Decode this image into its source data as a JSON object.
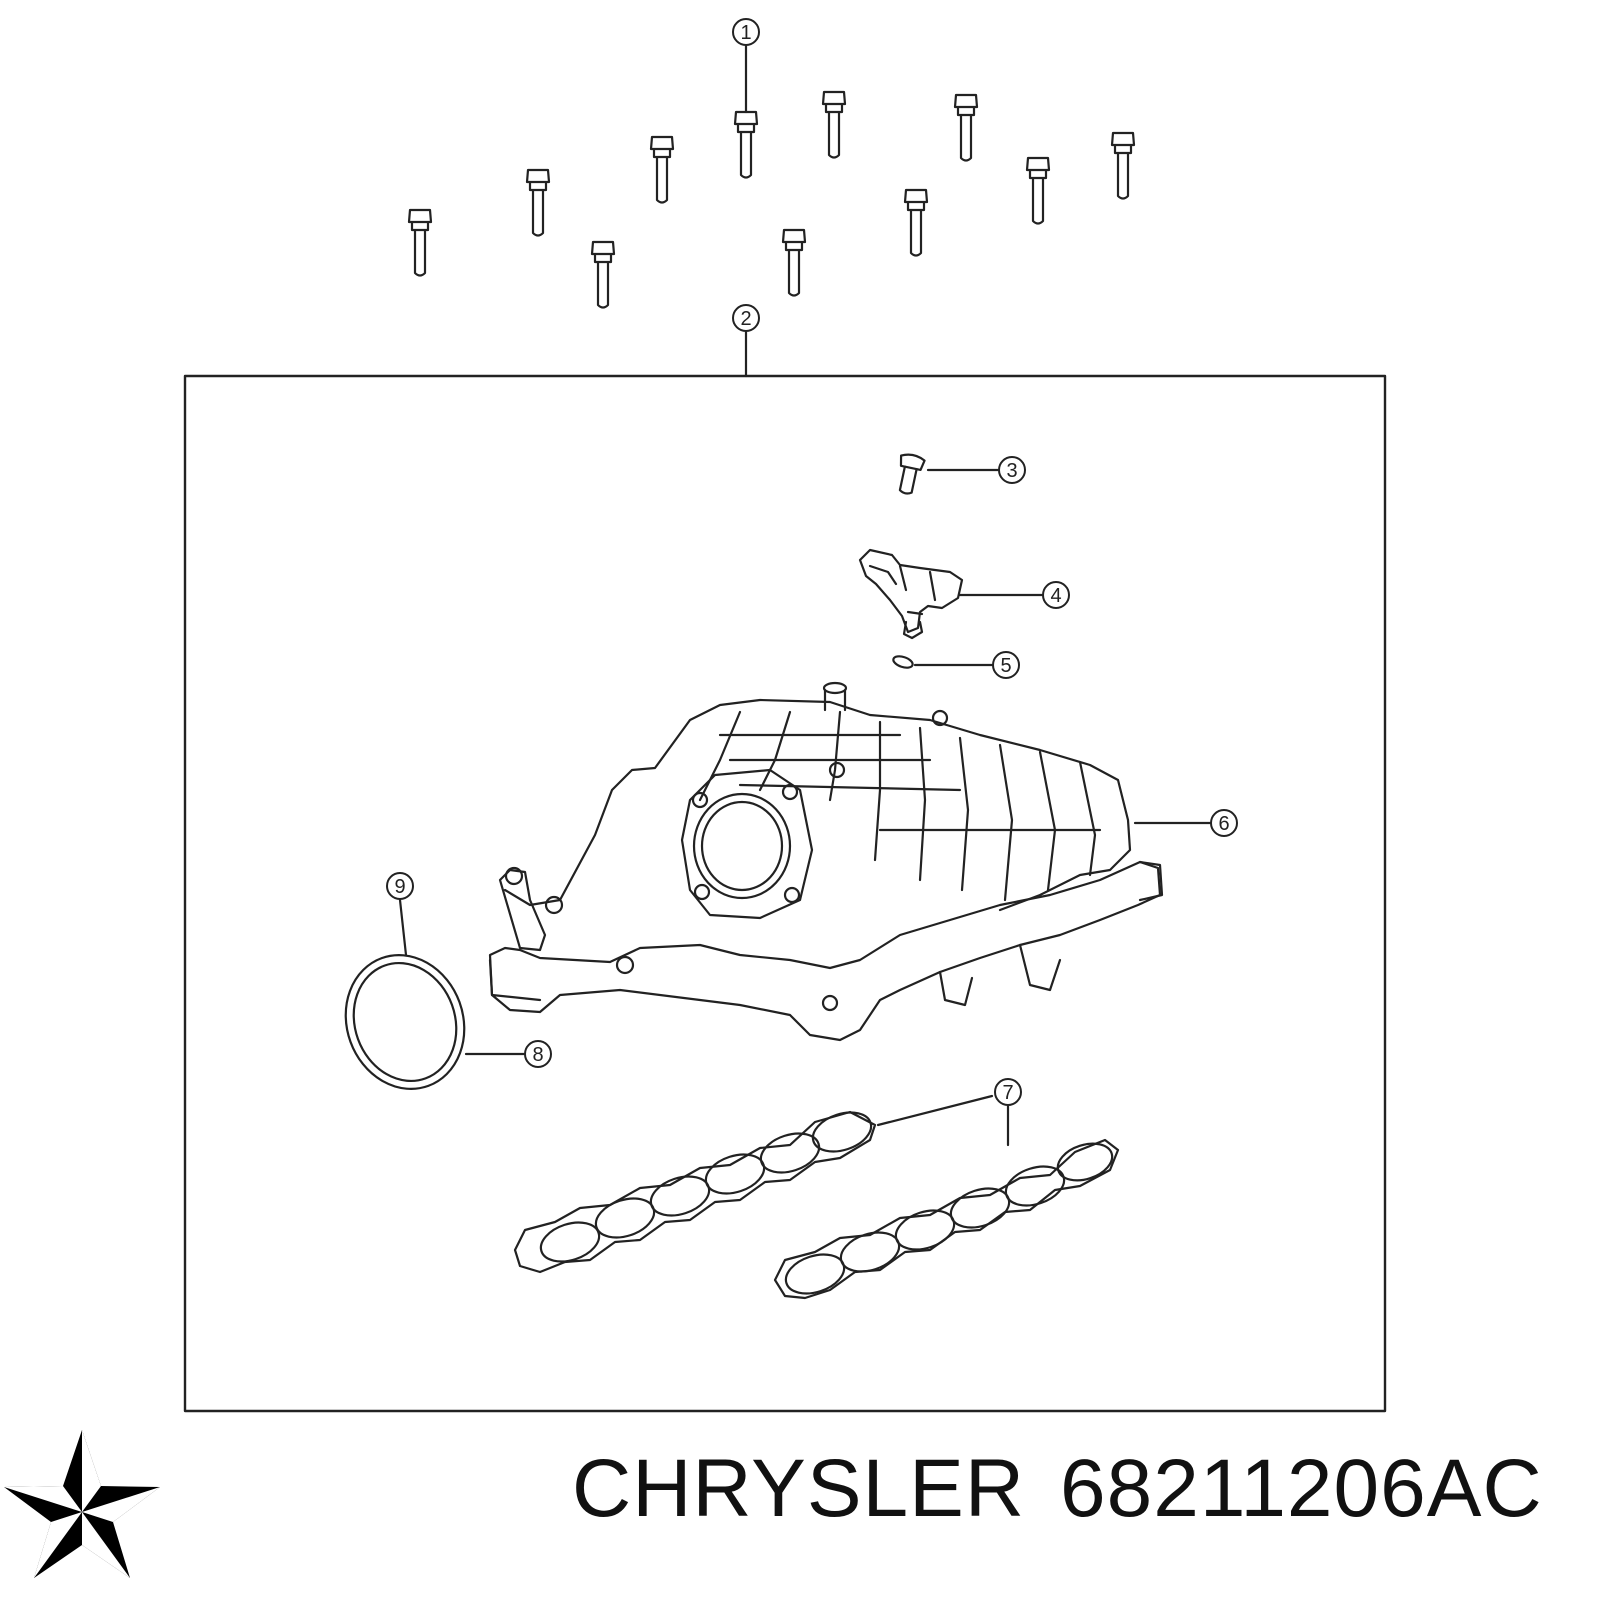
{
  "callouts": [
    "1",
    "2",
    "3",
    "4",
    "5",
    "6",
    "7",
    "8",
    "9"
  ],
  "brand": {
    "name": "CHRYSLER",
    "part_number": "68211206AC",
    "logo_icon": "chrysler-pentastar-icon"
  },
  "colors": {
    "line": "#222222",
    "background": "#ffffff",
    "text": "#111111"
  }
}
